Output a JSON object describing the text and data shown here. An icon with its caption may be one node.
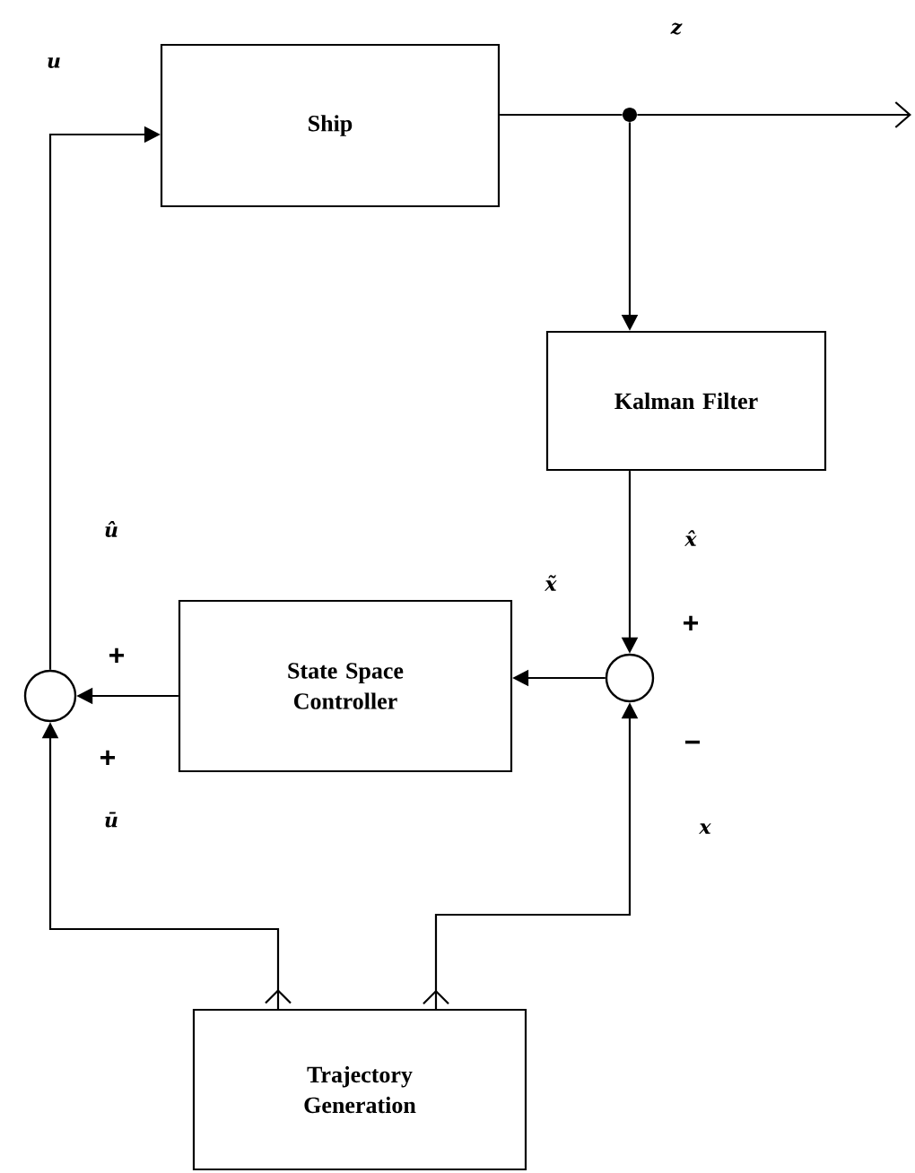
{
  "diagram": {
    "nodes": [
      {
        "text": [
          "Ship"
        ]
      },
      {
        "text": [
          "Kalman Filter"
        ]
      },
      {
        "text": [
          "State Space Controller"
        ]
      },
      {
        "text": [
          "Trajectory Generation"
        ]
      },
      {
        "text": [],
        "shape": "circle"
      },
      {
        "text": [],
        "shape": "circle"
      },
      {
        "text": [],
        "shape": "circle"
      }
    ],
    "edges": [
      {
        "from": 0,
        "to": 6,
        "arrow": "none"
      },
      {
        "from": 6,
        "to": null,
        "arrow": "to"
      },
      {
        "from": 6,
        "to": 1,
        "arrow": "to"
      },
      {
        "from": 1,
        "to": 5,
        "arrow": "to"
      },
      {
        "from": 5,
        "to": 2,
        "arrow": "to"
      },
      {
        "from": 2,
        "to": 4,
        "arrow": "to"
      },
      {
        "from": 4,
        "to": 0,
        "arrow": "to"
      },
      {
        "from": 3,
        "to": 4,
        "arrow": "to"
      },
      {
        "from": 3,
        "to": 5,
        "arrow": "to"
      }
    ],
    "labels": [
      "u",
      "z",
      "û",
      "x̂",
      "x̃",
      "+",
      "+",
      "+",
      "−",
      "ū",
      "x"
    ]
  }
}
